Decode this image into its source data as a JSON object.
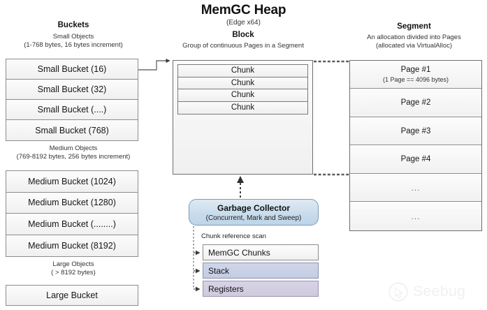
{
  "title": {
    "main": "MemGC Heap",
    "sub": "(Edge x64)"
  },
  "buckets": {
    "heading": "Buckets",
    "small": {
      "label_line1": "Small Objects",
      "label_line2": "(1-768 bytes, 16 bytes increment)",
      "items": [
        "Small Bucket (16)",
        "Small Bucket (32)",
        "Small Bucket (....)",
        "Small Bucket (768)"
      ]
    },
    "medium": {
      "label_line1": "Medium Objects",
      "label_line2": "(769-8192 bytes, 256 bytes increment)",
      "items": [
        "Medium Bucket (1024)",
        "Medium Bucket (1280)",
        "Medium Bucket (........)",
        "Medium Bucket (8192)"
      ]
    },
    "large": {
      "label_line1": "Large Objects",
      "label_line2": "( > 8192 bytes)",
      "items": [
        "Large Bucket"
      ]
    }
  },
  "block": {
    "heading": "Block",
    "sub": "Group of continuous Pages in a Segment",
    "chunks": [
      "Chunk",
      "Chunk",
      "Chunk",
      "Chunk"
    ]
  },
  "segment": {
    "heading": "Segment",
    "sub_line1": "An allocation divided into Pages",
    "sub_line2": "(allocated via VirtualAlloc)",
    "pages": [
      {
        "label": "Page #1",
        "sub": "(1 Page == 4096 bytes)"
      },
      {
        "label": "Page #2",
        "sub": ""
      },
      {
        "label": "Page #3",
        "sub": ""
      },
      {
        "label": "Page #4",
        "sub": ""
      },
      {
        "label": "...",
        "sub": ""
      },
      {
        "label": "...",
        "sub": ""
      }
    ]
  },
  "gc": {
    "title": "Garbage Collector",
    "sub": "(Concurrent, Mark and Sweep)",
    "scan_label": "Chunk reference scan",
    "scan_items": [
      {
        "label": "MemGC Chunks",
        "color": "#f4f4f4",
        "style": "c-white"
      },
      {
        "label": "Stack",
        "color": "#c9d1e6",
        "style": "c-blue"
      },
      {
        "label": "Registers",
        "color": "#d3cfe2",
        "style": "c-purple"
      }
    ]
  },
  "watermark": {
    "text": "Seebug"
  },
  "colors": {
    "box_border": "#8c8c8c",
    "box_fill": "#f2f2f2",
    "gc_fill": "#c9dcec",
    "gc_border": "#7f9bb5",
    "stack_fill": "#c9d1e6",
    "registers_fill": "#d3cfe2",
    "connector": "#555555"
  }
}
